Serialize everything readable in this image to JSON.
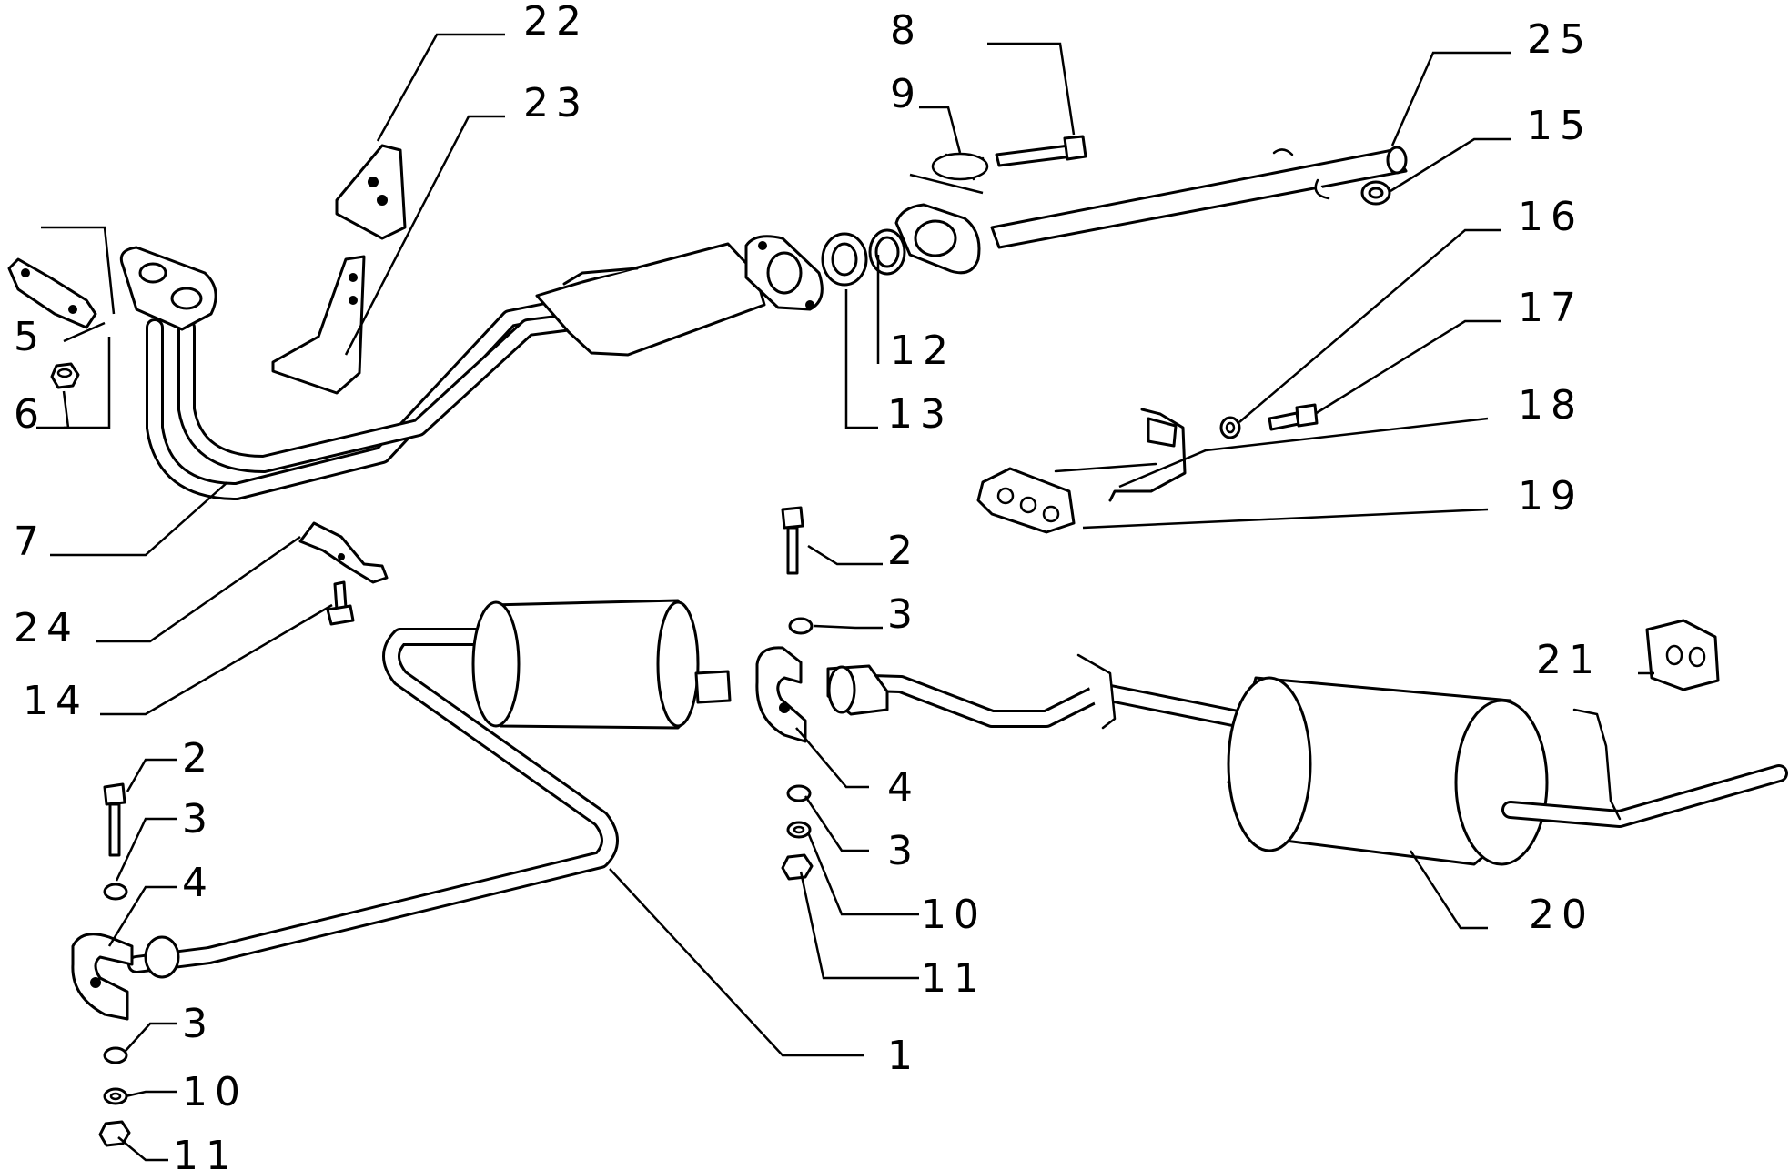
{
  "callouts": [
    {
      "id": "c1",
      "text": "1"
    },
    {
      "id": "c2a",
      "text": "2"
    },
    {
      "id": "c2b",
      "text": "2"
    },
    {
      "id": "c3a",
      "text": "3"
    },
    {
      "id": "c3b",
      "text": "3"
    },
    {
      "id": "c3c",
      "text": "3"
    },
    {
      "id": "c3d",
      "text": "3"
    },
    {
      "id": "c4a",
      "text": "4"
    },
    {
      "id": "c4b",
      "text": "4"
    },
    {
      "id": "c5",
      "text": "5"
    },
    {
      "id": "c6",
      "text": "6"
    },
    {
      "id": "c7",
      "text": "7"
    },
    {
      "id": "c8",
      "text": "8"
    },
    {
      "id": "c9",
      "text": "9"
    },
    {
      "id": "c10a",
      "text": "10"
    },
    {
      "id": "c10b",
      "text": "10"
    },
    {
      "id": "c11a",
      "text": "11"
    },
    {
      "id": "c11b",
      "text": "11"
    },
    {
      "id": "c12",
      "text": "12"
    },
    {
      "id": "c13",
      "text": "13"
    },
    {
      "id": "c14",
      "text": "14"
    },
    {
      "id": "c15",
      "text": "15"
    },
    {
      "id": "c16",
      "text": "16"
    },
    {
      "id": "c17",
      "text": "17"
    },
    {
      "id": "c18",
      "text": "18"
    },
    {
      "id": "c19",
      "text": "19"
    },
    {
      "id": "c20",
      "text": "20"
    },
    {
      "id": "c21",
      "text": "21"
    },
    {
      "id": "c22",
      "text": "22"
    },
    {
      "id": "c23",
      "text": "23"
    },
    {
      "id": "c24",
      "text": "24"
    },
    {
      "id": "c25",
      "text": "25"
    }
  ]
}
